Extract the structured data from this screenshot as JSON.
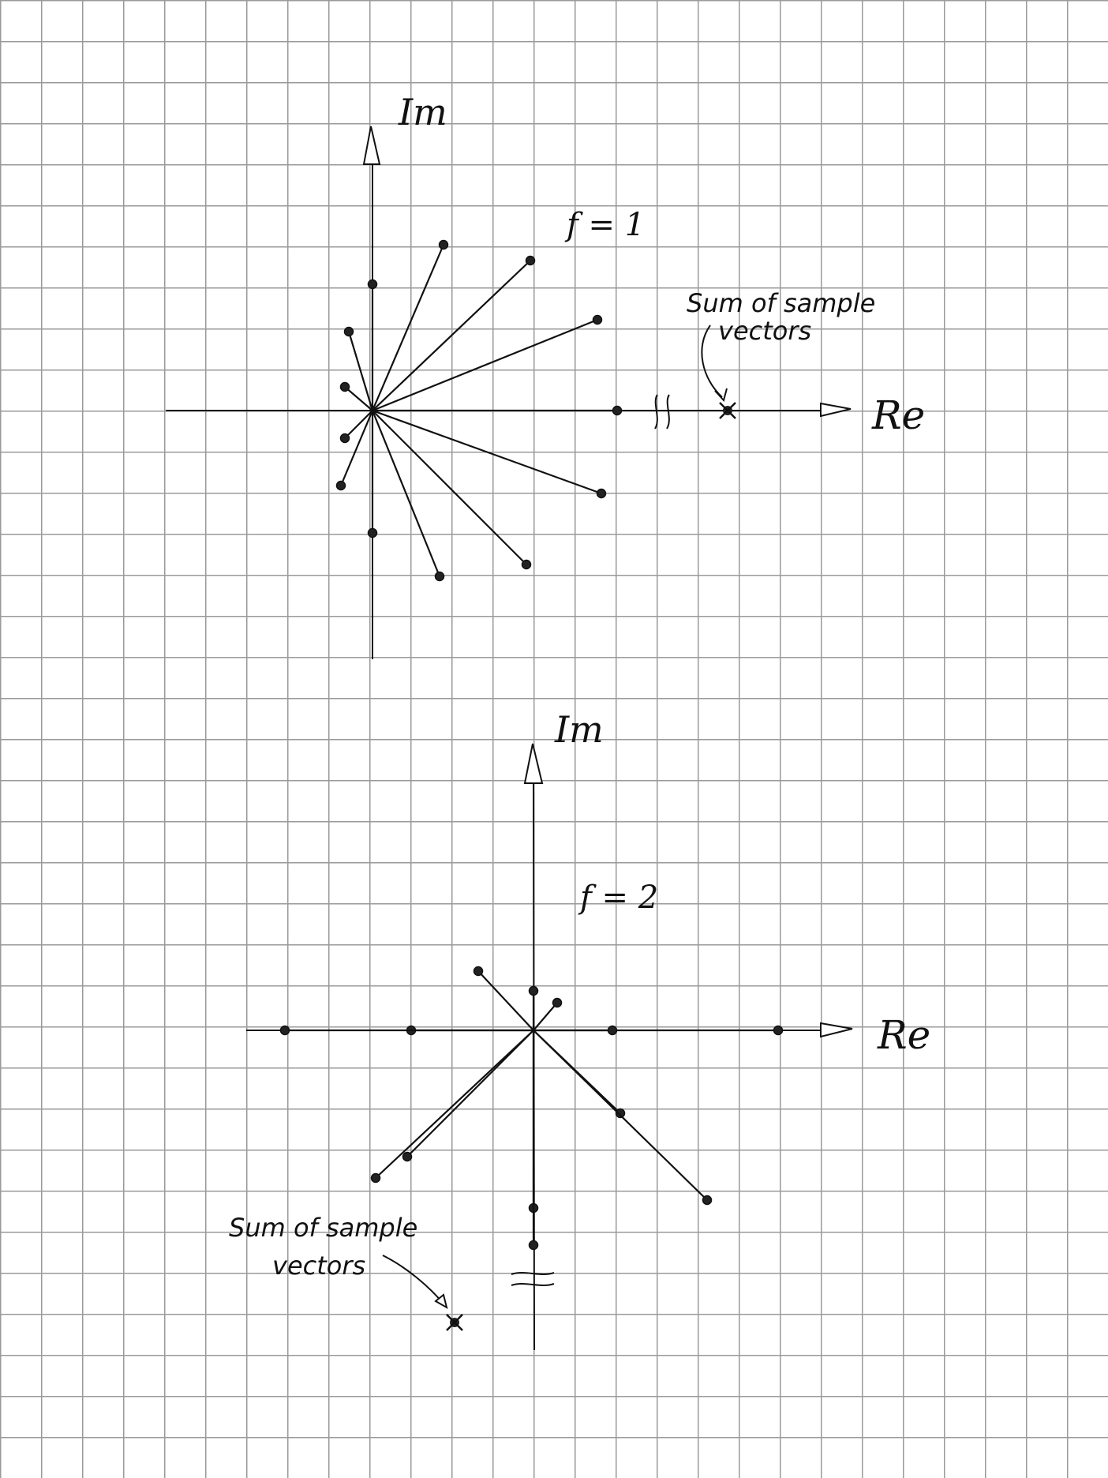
{
  "diagrams": [
    {
      "id": "f1",
      "im_label": "Im",
      "re_label": "Re",
      "freq_label": "f = 1",
      "note_line1": "Sum of sample",
      "note_line2": "vectors",
      "samples": [
        [
          310,
          0
        ],
        [
          285,
          115
        ],
        [
          200,
          190
        ],
        [
          90,
          210
        ],
        [
          0,
          160
        ],
        [
          -30,
          100
        ],
        [
          -35,
          30
        ],
        [
          -35,
          -35
        ],
        [
          -40,
          -95
        ],
        [
          0,
          -155
        ],
        [
          85,
          -210
        ],
        [
          195,
          -195
        ],
        [
          290,
          -105
        ]
      ],
      "sum_marker": [
        450,
        0
      ]
    },
    {
      "id": "f2",
      "im_label": "Im",
      "re_label": "Re",
      "freq_label": "f = 2",
      "note_line1": "Sum of sample",
      "note_line2": "vectors",
      "samples": [
        [
          310,
          0
        ],
        [
          100,
          0
        ],
        [
          -155,
          0
        ],
        [
          -315,
          0
        ],
        [
          0,
          50
        ],
        [
          30,
          35
        ],
        [
          -70,
          75
        ],
        [
          110,
          -105
        ],
        [
          220,
          -215
        ],
        [
          -160,
          -160
        ],
        [
          -200,
          -187
        ],
        [
          0,
          -225
        ],
        [
          0,
          -272
        ]
      ],
      "sum_marker": [
        -100,
        -370
      ]
    }
  ]
}
